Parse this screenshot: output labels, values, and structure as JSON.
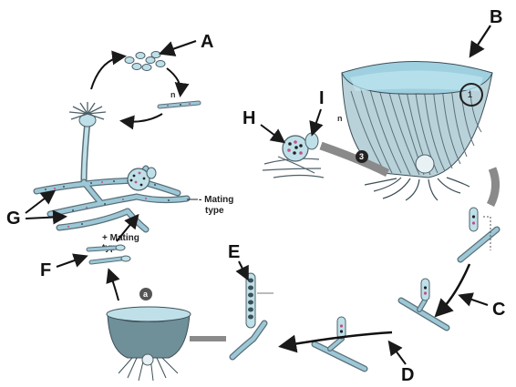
{
  "labels": {
    "A": "A",
    "B": "B",
    "C": "C",
    "D": "D",
    "E": "E",
    "F": "F",
    "G": "G",
    "H": "H",
    "I": "I"
  },
  "annotations": {
    "minus_mating": "- Mating",
    "minus_type": "type",
    "plus_mating": "+ Mating",
    "plus_type": "type",
    "stage_n_small": "n",
    "stage_n_large": "n",
    "circle_3": "3",
    "circle_1": "1",
    "circle_a": "a"
  },
  "colors": {
    "hypha": "#9cc7d6",
    "hypha_stroke": "#5a6f78",
    "cup": "#a8cfdc",
    "cup_dark": "#6f8f99",
    "arrow": "#1a1a1a",
    "gray_arrow": "#8a8a8a"
  }
}
